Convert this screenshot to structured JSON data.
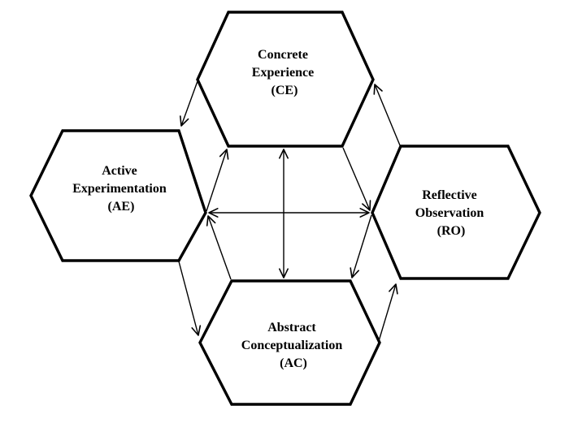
{
  "colors": {
    "background": "#ffffff",
    "line": "#000000",
    "text": "#000000"
  },
  "nodes": {
    "ce": {
      "lines": [
        "Concrete",
        "Experience",
        "(CE)"
      ]
    },
    "ae": {
      "lines": [
        "Active",
        "Experimentation",
        "(AE)"
      ]
    },
    "ro": {
      "lines": [
        "Reflective",
        "Observation",
        "(RO)"
      ]
    },
    "ac": {
      "lines": [
        "Abstract",
        "Conceptualization",
        "(AC)"
      ]
    }
  },
  "arrows": [
    {
      "id": "ce-to-ae",
      "from": "CE",
      "to": "AE",
      "zone": "outer",
      "bidirectional": false
    },
    {
      "id": "ae-to-ac",
      "from": "AE",
      "to": "AC",
      "zone": "outer",
      "bidirectional": false
    },
    {
      "id": "ac-to-ro",
      "from": "AC",
      "to": "RO",
      "zone": "outer",
      "bidirectional": false
    },
    {
      "id": "ro-to-ce",
      "from": "RO",
      "to": "CE",
      "zone": "outer",
      "bidirectional": false
    },
    {
      "id": "ae-to-ce",
      "from": "AE",
      "to": "CE",
      "zone": "inner",
      "bidirectional": false
    },
    {
      "id": "ce-to-ro",
      "from": "CE",
      "to": "RO",
      "zone": "inner",
      "bidirectional": false
    },
    {
      "id": "ro-to-ac",
      "from": "RO",
      "to": "AC",
      "zone": "inner",
      "bidirectional": false
    },
    {
      "id": "ac-to-ae",
      "from": "AC",
      "to": "AE",
      "zone": "inner",
      "bidirectional": false
    },
    {
      "id": "ce-ac-vertical",
      "from": "CE",
      "to": "AC",
      "zone": "inner",
      "bidirectional": true
    },
    {
      "id": "ae-ro-horizontal",
      "from": "AE",
      "to": "RO",
      "zone": "inner",
      "bidirectional": true
    }
  ]
}
